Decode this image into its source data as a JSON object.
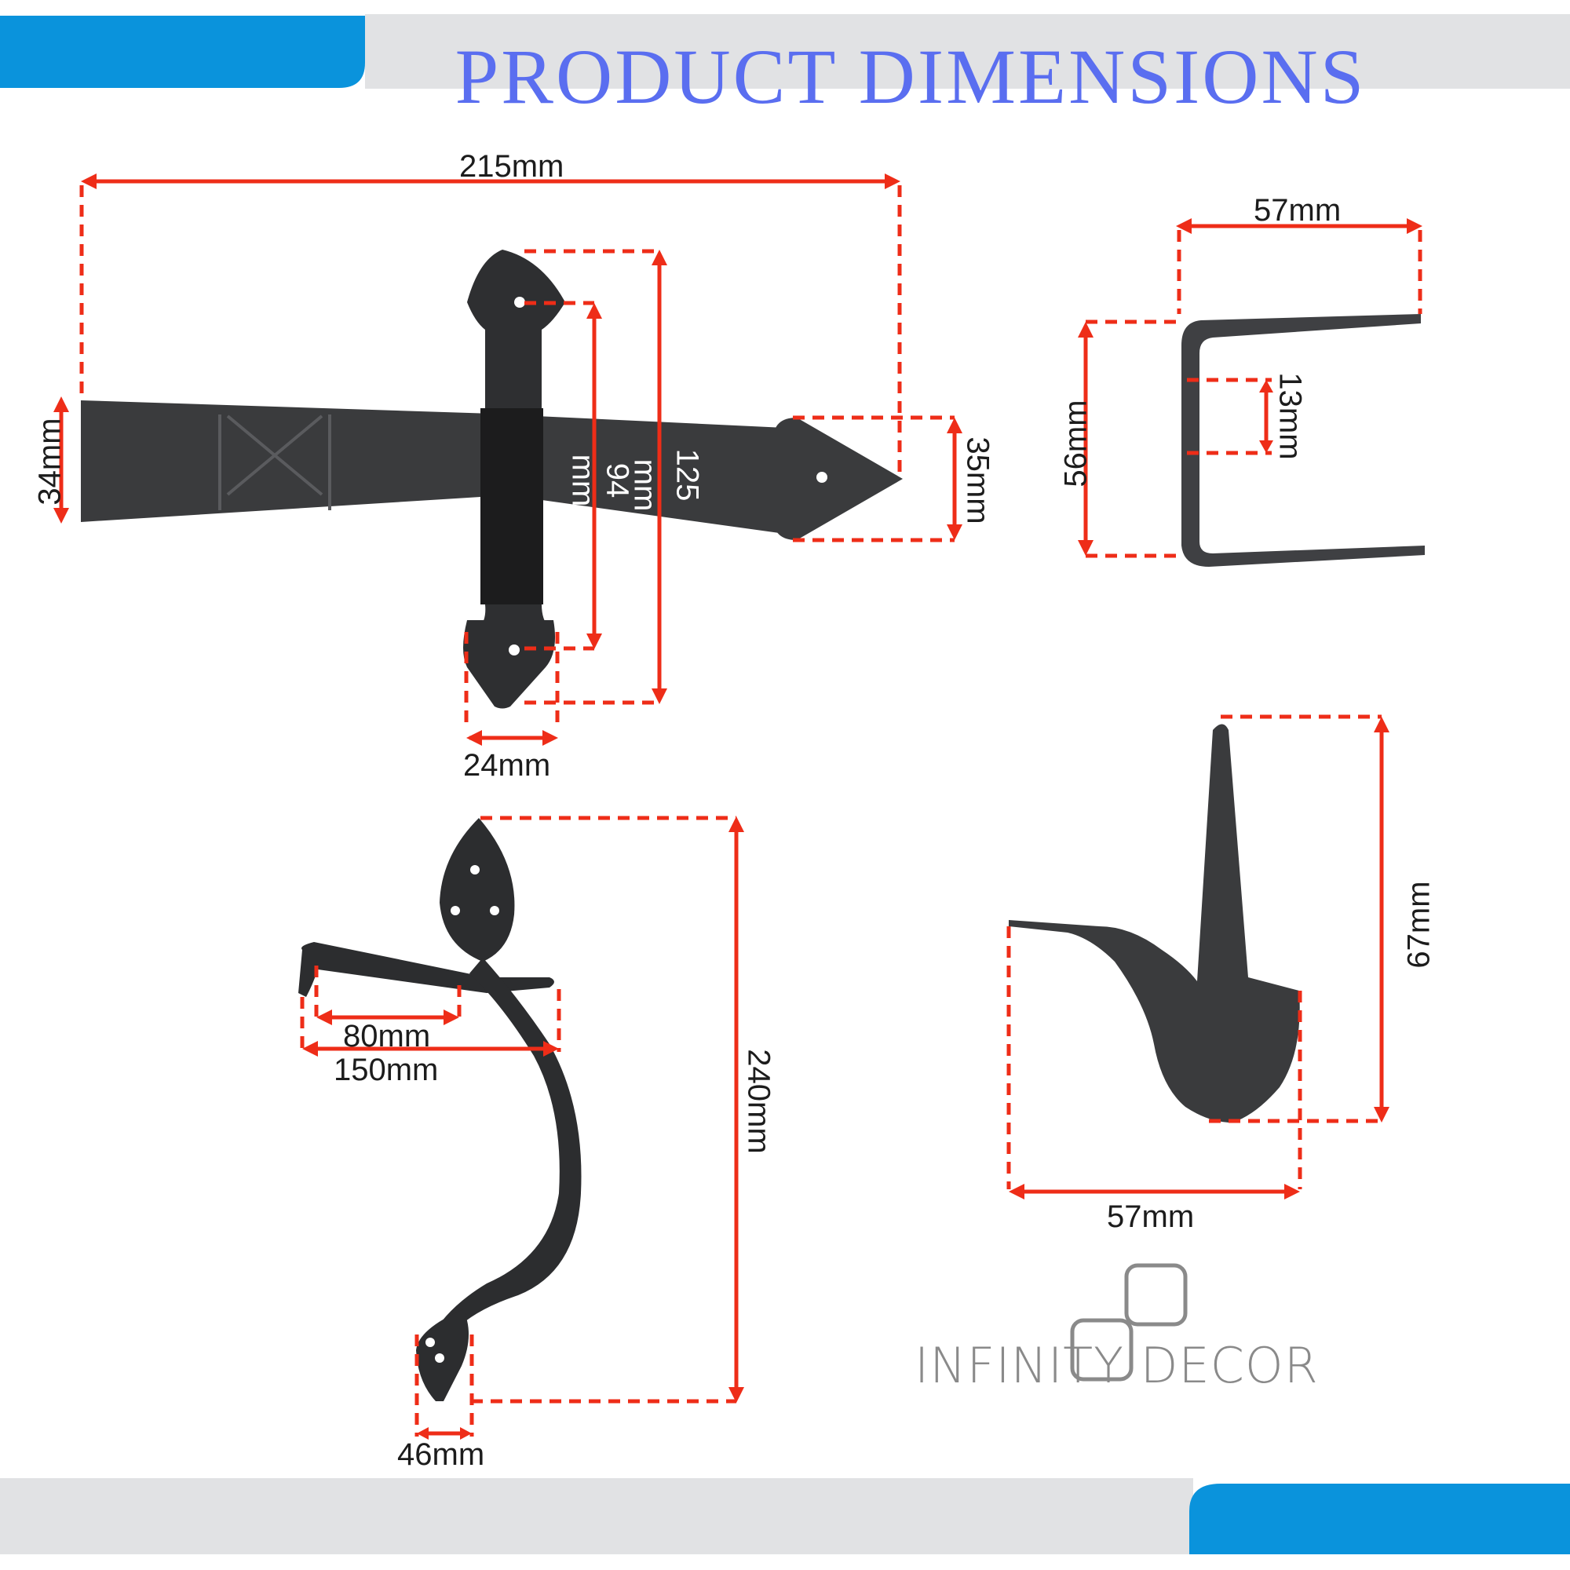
{
  "header": {
    "title": "PRODUCT  DIMENSIONS"
  },
  "colors": {
    "accent_blue": "#0a93dc",
    "title_blue": "#5a6ef0",
    "band_grey": "#e1e2e4",
    "dimension_red": "#ee2d18",
    "metal": "#333436"
  },
  "hinge": {
    "overall_length": "215mm",
    "bar_height": "34mm",
    "tip_height": "35mm",
    "strap_length": "125",
    "strap_length_unit": "mm",
    "hole_spacing": "94",
    "hole_spacing_unit": "mm",
    "finial_width": "24mm"
  },
  "staple": {
    "width": "57mm",
    "height": "56mm",
    "gap": "13mm"
  },
  "handle": {
    "length": "240mm",
    "latch_inner": "80mm",
    "latch_overall": "150mm",
    "base_width": "46mm"
  },
  "keep": {
    "height": "67mm",
    "width": "57mm"
  },
  "brand": {
    "name": "INFINITY DECOR",
    "logo_icon": "interlocking-squares-icon"
  }
}
